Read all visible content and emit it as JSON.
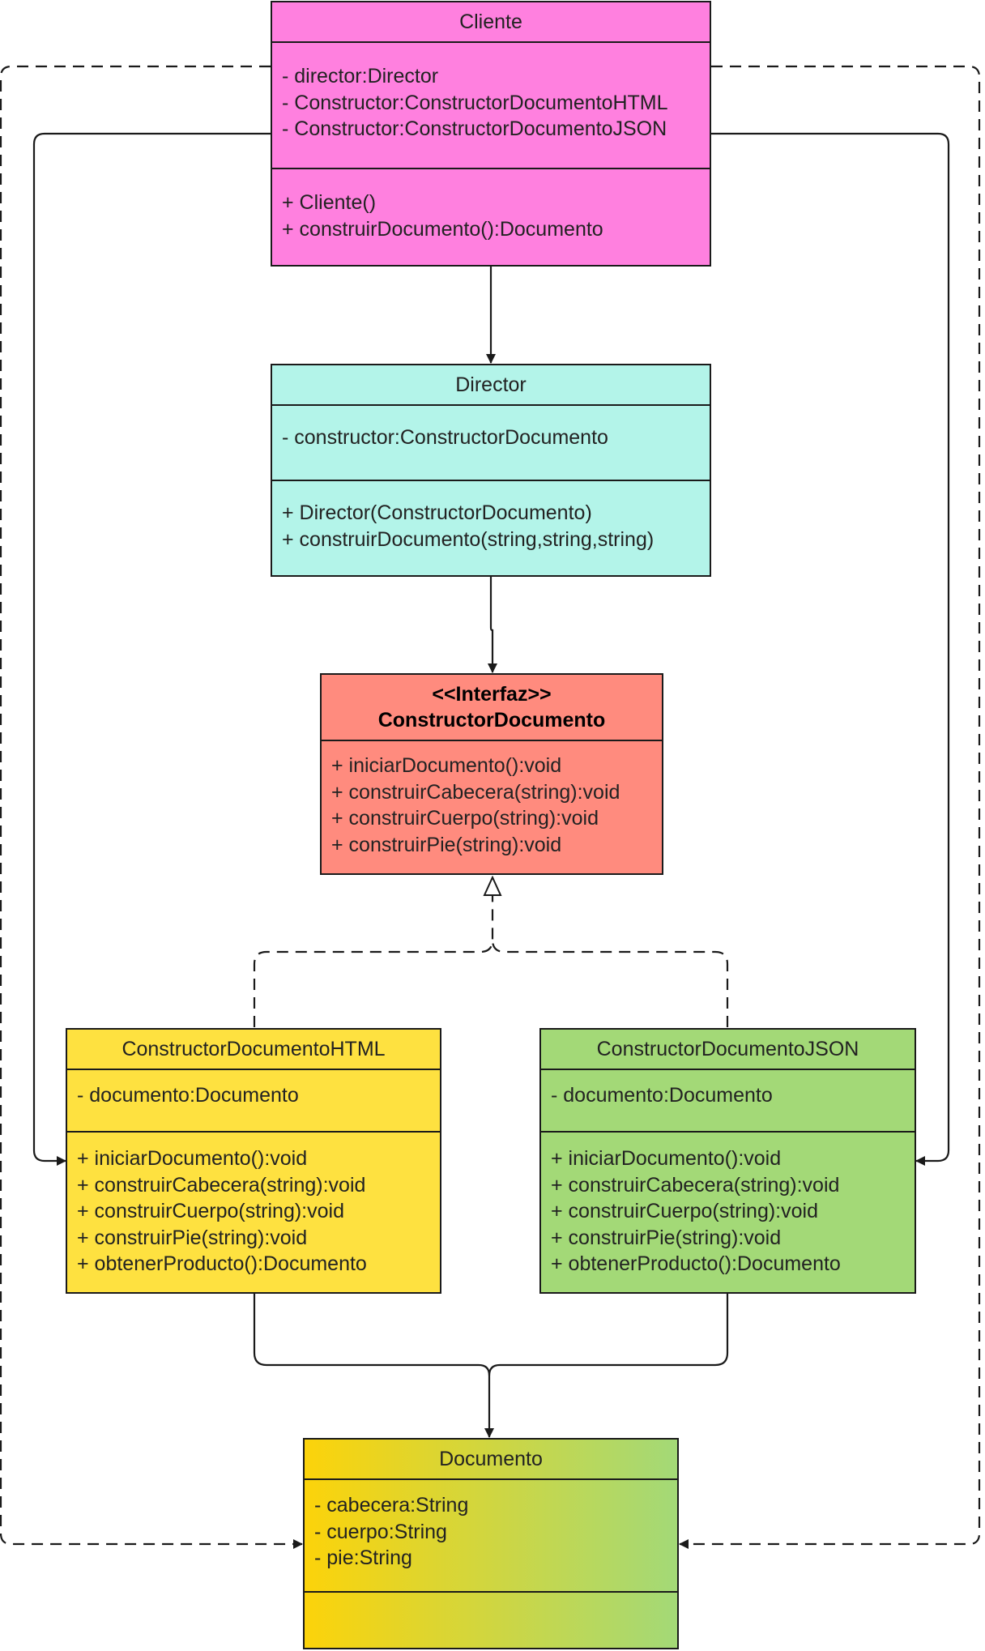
{
  "colors": {
    "cliente": "#ff80df",
    "director": "#b3f4e9",
    "interfaz": "#ff8b7e",
    "html": "#fee140",
    "json": "#a3d977",
    "documento_gradient": [
      "#fcd30a",
      "#a3d977"
    ],
    "line": "#1a1a1a"
  },
  "classes": {
    "cliente": {
      "name": "Cliente",
      "attributes": [
        "- director:Director",
        "- Constructor:ConstructorDocumentoHTML",
        "- Constructor:ConstructorDocumentoJSON"
      ],
      "methods": [
        "+ Cliente()",
        "+ construirDocumento():Documento"
      ]
    },
    "director": {
      "name": "Director",
      "attributes": [
        "- constructor:ConstructorDocumento"
      ],
      "methods": [
        "+ Director(ConstructorDocumento)",
        "+ construirDocumento(string,string,string)"
      ]
    },
    "interfaz": {
      "stereotype": "<<Interfaz>>",
      "name": "ConstructorDocumento",
      "methods": [
        "+ iniciarDocumento():void",
        "+ construirCabecera(string):void",
        "+ construirCuerpo(string):void",
        "+ construirPie(string):void"
      ]
    },
    "html": {
      "name": "ConstructorDocumentoHTML",
      "attributes": [
        "- documento:Documento"
      ],
      "methods": [
        "+ iniciarDocumento():void",
        "+ construirCabecera(string):void",
        "+ construirCuerpo(string):void",
        "+ construirPie(string):void",
        "+ obtenerProducto():Documento"
      ]
    },
    "json": {
      "name": "ConstructorDocumentoJSON",
      "attributes": [
        "- documento:Documento"
      ],
      "methods": [
        "+ iniciarDocumento():void",
        "+ construirCabecera(string):void",
        "+ construirCuerpo(string):void",
        "+ construirPie(string):void",
        "+ obtenerProducto():Documento"
      ]
    },
    "documento": {
      "name": "Documento",
      "attributes": [
        "- cabecera:String",
        "- cuerpo:String",
        "- pie:String"
      ],
      "methods": []
    }
  }
}
